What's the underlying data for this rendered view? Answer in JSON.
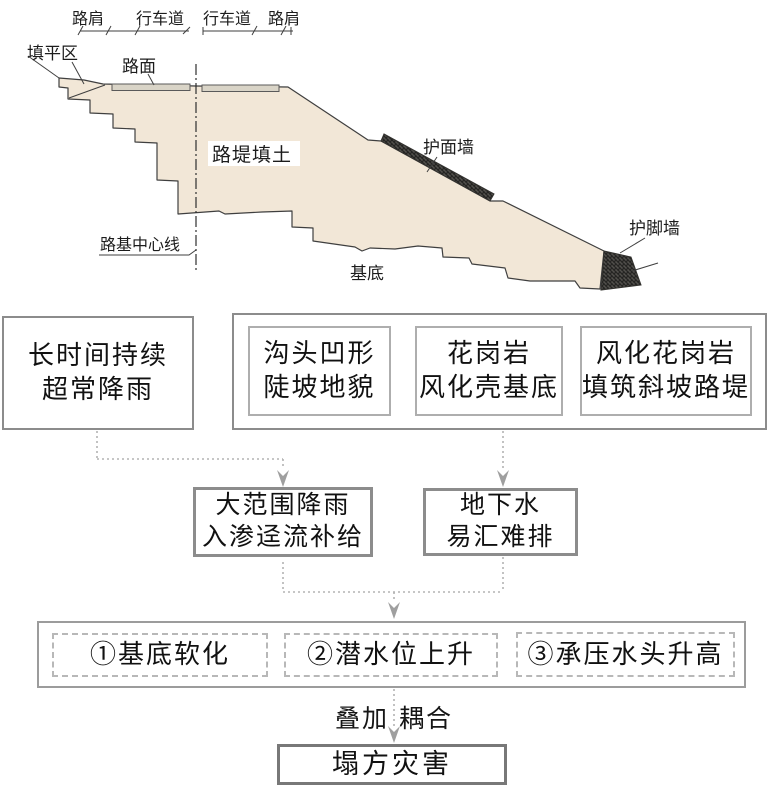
{
  "section": {
    "dims": [
      "路肩",
      "行车道",
      "行车道",
      "路肩"
    ],
    "fill_area_label": "填平区",
    "pavement_label": "路面",
    "embankment_label": "路堤填土",
    "face_wall_label": "护面墙",
    "toe_wall_label": "护脚墙",
    "centerline_label": "路基中心线",
    "base_label": "基底",
    "colors": {
      "soil": "#f2e7d7",
      "pavement": "#d9d4c7",
      "wall": "#4a4845",
      "outline": "#3f3f3f"
    }
  },
  "flow": {
    "rain": {
      "line1": "长时间持续",
      "line2": "超常降雨"
    },
    "factors": [
      {
        "line1": "沟头凹形",
        "line2": "陡坡地貌"
      },
      {
        "line1": "花岗岩",
        "line2": "风化壳基底"
      },
      {
        "line1": "风化花岗岩",
        "line2": "填筑斜坡路堤"
      }
    ],
    "recharge": {
      "line1": "大范围降雨",
      "line2": "入渗迳流补给"
    },
    "groundwater": {
      "line1": "地下水",
      "line2": "易汇难排"
    },
    "effects": [
      "①基底软化",
      "②潜水位上升",
      "③承压水头升高"
    ],
    "coupling_part1": "叠加",
    "coupling_part2": "耦合",
    "result": "塌方灾害",
    "colors": {
      "border": "#8c8c8c",
      "connector": "#b3b3b3",
      "arrow": "#9f9f9f"
    }
  }
}
